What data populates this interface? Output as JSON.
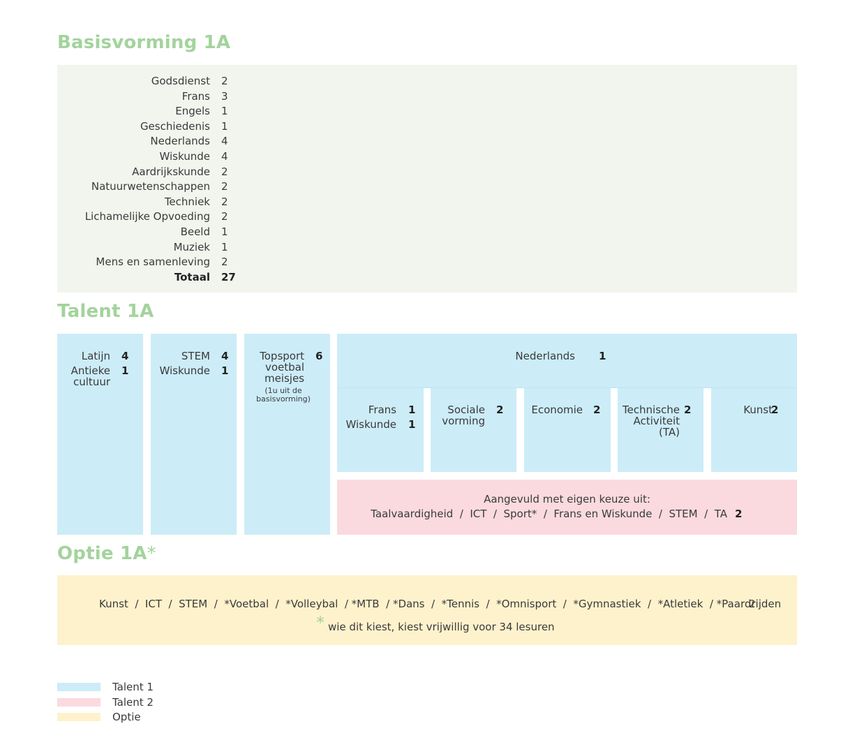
{
  "basisvorming": {
    "title": "Basisvorming 1A",
    "rows": [
      {
        "subject": "Godsdienst",
        "hours": "2"
      },
      {
        "subject": "Frans",
        "hours": "3"
      },
      {
        "subject": "Engels",
        "hours": "1"
      },
      {
        "subject": "Geschiedenis",
        "hours": "1"
      },
      {
        "subject": "Nederlands",
        "hours": "4"
      },
      {
        "subject": "Wiskunde",
        "hours": "4"
      },
      {
        "subject": "Aardrijkskunde",
        "hours": "2"
      },
      {
        "subject": "Natuurwetenschappen",
        "hours": "2"
      },
      {
        "subject": "Techniek",
        "hours": "2"
      },
      {
        "subject": "Lichamelijke Opvoeding",
        "hours": "2"
      },
      {
        "subject": "Beeld",
        "hours": "1"
      },
      {
        "subject": "Muziek",
        "hours": "1"
      },
      {
        "subject": "Mens en samenleving",
        "hours": "2"
      }
    ],
    "total_label": "Totaal",
    "total_hours": "27"
  },
  "talent": {
    "title": "Talent 1A",
    "latijn": {
      "l1": "Latijn",
      "h1": "4",
      "l2a": "Antieke",
      "l2b": "cultuur",
      "h2": "1"
    },
    "stem": {
      "l1": "STEM",
      "h1": "4",
      "l2": "Wiskunde",
      "h2": "1"
    },
    "topsport": {
      "l1": "Topsport",
      "l2": "voetbal",
      "l3": "meisjes",
      "h": "6",
      "note1": "(1u uit de",
      "note2": "basisvorming)"
    },
    "nederlands": {
      "label": "Nederlands",
      "hours": "1"
    },
    "frans": {
      "l1": "Frans",
      "h1": "1",
      "l2": "Wiskunde",
      "h2": "1"
    },
    "sociale": {
      "l1": "Sociale",
      "l2": "vorming",
      "h": "2"
    },
    "economie": {
      "l": "Economie",
      "h": "2"
    },
    "technische": {
      "l1": "Technische",
      "l2": "Activiteit",
      "l3": "(TA)",
      "h": "2"
    },
    "kunst": {
      "l": "Kunst",
      "h": "2"
    },
    "aangevuld": {
      "line1": "Aangevuld met eigen keuze uit:",
      "line2": "Taalvaardigheid  /  ICT  /  Sport*  /  Frans en Wiskunde  /  STEM  /  TA",
      "hours": "2"
    }
  },
  "optie": {
    "title": "Optie 1A",
    "title_star": "*",
    "line": "Kunst  /  ICT  /  STEM  /  *Voetbal  /  *Volleybal  / *MTB  / *Dans  /  *Tennis  /  *Omnisport  /  *Gymnastiek  /  *Atletiek  / *Paardrijden",
    "hours": "2",
    "note_star": "*",
    "note": "wie dit kiest, kiest vrijwillig voor 34 lesuren"
  },
  "legend": [
    {
      "label": "Talent 1",
      "color": "#ccecf8"
    },
    {
      "label": "Talent 2",
      "color": "#fadadf"
    },
    {
      "label": "Optie",
      "color": "#fef2cc"
    }
  ]
}
